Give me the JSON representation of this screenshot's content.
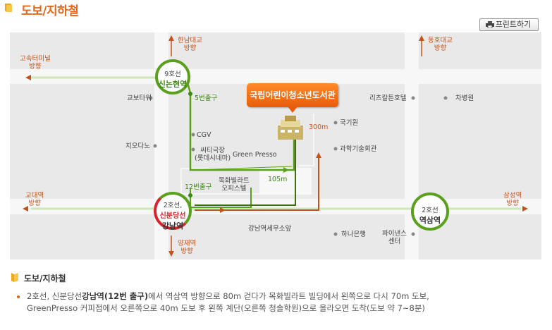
{
  "title": "도보/지하철",
  "print_button": "프린트하기",
  "map": {
    "directions": {
      "hannam": [
        "한남대교",
        "방향"
      ],
      "dongho": [
        "동호대교",
        "방향"
      ],
      "express_terminal": [
        "고속터미널",
        "방향"
      ],
      "gyodae": [
        "교대역",
        "방향"
      ],
      "samseong": [
        "삼성역",
        "방향"
      ],
      "yangjae": [
        "양재역",
        "방향"
      ]
    },
    "stations": {
      "sinnonhyeon": {
        "line": "9호선",
        "name": "신논현역"
      },
      "gangnam": {
        "line": "2호선,",
        "line2": "신분당선",
        "name": "강남역"
      },
      "yeoksam": {
        "line": "2호선",
        "name": "역삼역"
      }
    },
    "exits": {
      "exit5": "5번출구",
      "exit12": "12번출구"
    },
    "distances": {
      "d105": "105m",
      "d300": "300m"
    },
    "destination": "국립어린이청소년도서관",
    "landmarks": {
      "kyobo": "교보타워",
      "cgv": "CGV",
      "cine": [
        "씨티극장",
        "(롯데시네마)"
      ],
      "greenpresso": "Green Presso",
      "mokhwa": [
        "목화빌라트",
        "오피스텔"
      ],
      "giordano": "지오다노",
      "ritz": "리츠칼튼호텔",
      "chabyeongwon": "차병원",
      "kukgiwon": "국기원",
      "science": "과학기술회관",
      "gangnam_office": "강남역세무소앞",
      "hana": "하나은행",
      "finance": [
        "파이낸스",
        "센터"
      ]
    }
  },
  "info": {
    "heading": "도보/지하철",
    "text_parts": [
      "2호선, 신분당선",
      "강남역(12번 출구)",
      "에서 역삼역 방향으로 80m 걷다가 목화빌라트 빌딩에서 왼쪽으로 다시 70m 도보,",
      "GreenPresso 커피점에서 오른쪽으로 40m 도보 후 왼쪽 계단(오른쪽 청솔학원)으로 올라오면 도착(도보 약 7~8분)"
    ]
  },
  "colors": {
    "accent": "#e3661a",
    "route_green": "#5aa01e",
    "route_orange": "#c2541b",
    "road": "#f7f7f7",
    "block": "#e9e9e9"
  }
}
